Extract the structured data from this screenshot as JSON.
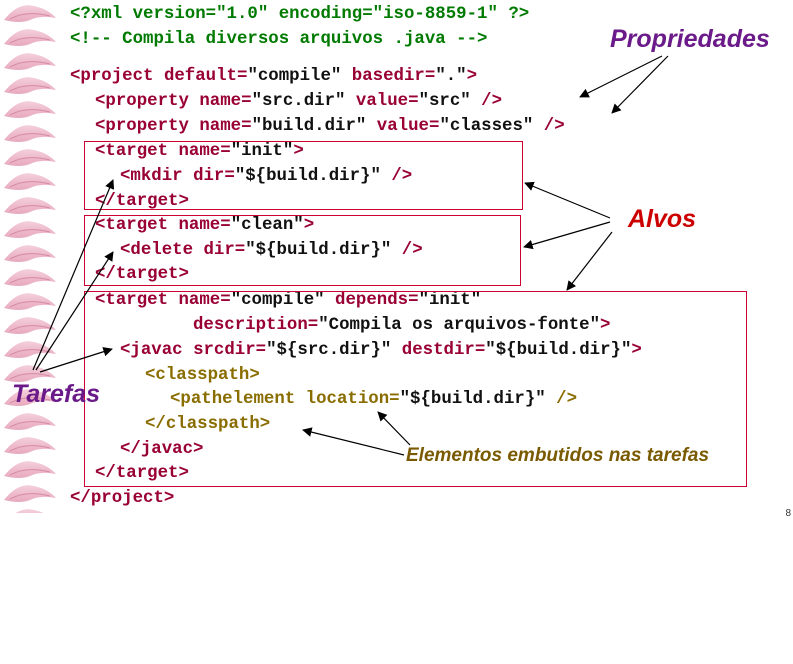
{
  "code_lines": {
    "l1": "<?xml version=\"1.0\" encoding=\"iso-8859-1\" ?>",
    "l2": "<!-- Compila diversos arquivos .java -->",
    "l3a": "<project ",
    "l3b": "default=",
    "l3c": "\"compile\"",
    "l3d": " basedir=",
    "l3e": "\".\"",
    "l3f": ">",
    "l4a": "<property ",
    "l4b": "name=",
    "l4c": "\"src.dir\"",
    "l4d": " value=",
    "l4e": "\"src\"",
    "l4f": " />",
    "l5a": "<property ",
    "l5b": "name=",
    "l5c": "\"build.dir\"",
    "l5d": " value=",
    "l5e": "\"classes\"",
    "l5f": " />",
    "l6a": "<target ",
    "l6b": "name=",
    "l6c": "\"init\"",
    "l6d": ">",
    "l7a": "<mkdir ",
    "l7b": "dir=",
    "l7c": "\"${build.dir}\"",
    "l7d": " />",
    "l8": "</target>",
    "l9a": "<target ",
    "l9b": "name=",
    "l9c": "\"clean\"",
    "l9d": ">",
    "l10a": "<delete ",
    "l10b": "dir=",
    "l10c": "\"${build.dir}\"",
    "l10d": " />",
    "l11": "</target>",
    "l12a": "<target ",
    "l12b": "name=",
    "l12c": "\"compile\"",
    "l12d": " depends=",
    "l12e": "\"init\"",
    "l13a": "description=",
    "l13b": "\"Compila os arquivos-fonte\"",
    "l13c": ">",
    "l14a": "<javac ",
    "l14b": "srcdir=",
    "l14c": "\"${src.dir}\"",
    "l14d": " destdir=",
    "l14e": "\"${build.dir}\"",
    "l14f": ">",
    "l15": "<classpath>",
    "l16a": "<pathelement ",
    "l16b": "location=",
    "l16c": "\"${build.dir}\"",
    "l16d": " />",
    "l17": "</classpath>",
    "l18": "</javac>",
    "l19": "</target>",
    "l20": "</project>"
  },
  "labels": {
    "propriedades": "Propriedades",
    "alvos": "Alvos",
    "tarefas": "Tarefas",
    "embutidos": "Elementos embutidos nas tarefas"
  },
  "colors": {
    "tag": "#990033",
    "declaration": "#007a00",
    "nested": "#8a6d00",
    "label_purple": "#6b1a8a",
    "label_red": "#cc0000",
    "label_olive": "#7a5a00",
    "box": "#cc0033"
  },
  "page_number": "8"
}
